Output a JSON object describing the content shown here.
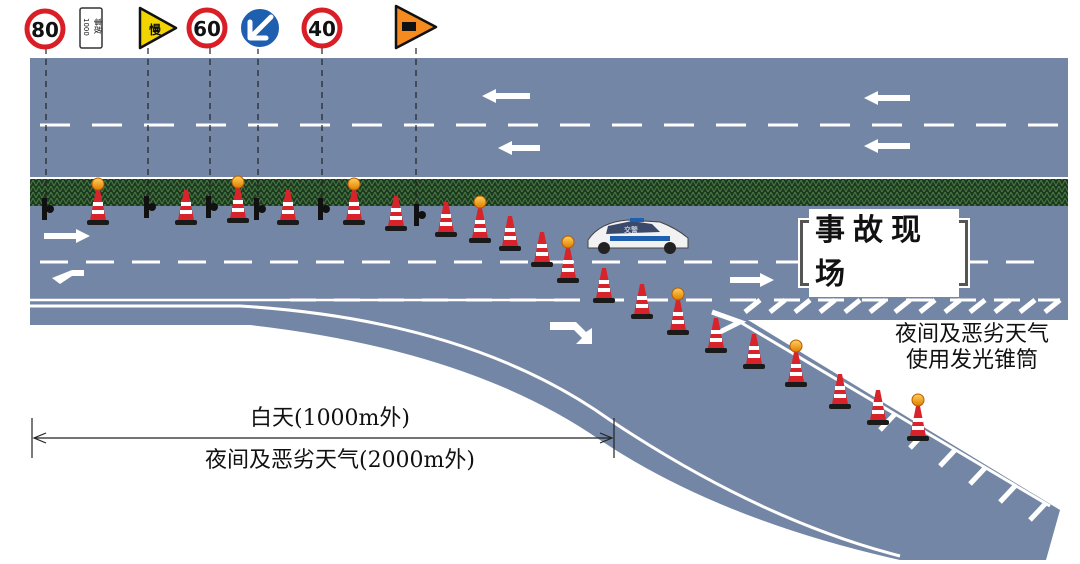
{
  "signs": {
    "speed_80": "80",
    "accident_plate_top": "事故",
    "accident_plate_bottom": "1000",
    "slow_sign": "慢",
    "speed_60": "60",
    "speed_40": "40"
  },
  "police_car_text": "交警",
  "accident_site_label": "事故现场",
  "notes": {
    "night_cones_line1": "夜间及恶劣天气",
    "night_cones_line2": "使用发光锥筒",
    "daytime_distance": "白天(1000m外)",
    "night_distance": "夜间及恶劣天气(2000m外)"
  },
  "colors": {
    "road": "#7486a5",
    "median": "#1c3a1f",
    "marking": "#ffffff",
    "sign_red": "#d91e26",
    "sign_yellow": "#f2d500",
    "sign_orange": "#f58a1f",
    "sign_blue": "#1f5fb0",
    "cone_red": "#d8232a"
  }
}
